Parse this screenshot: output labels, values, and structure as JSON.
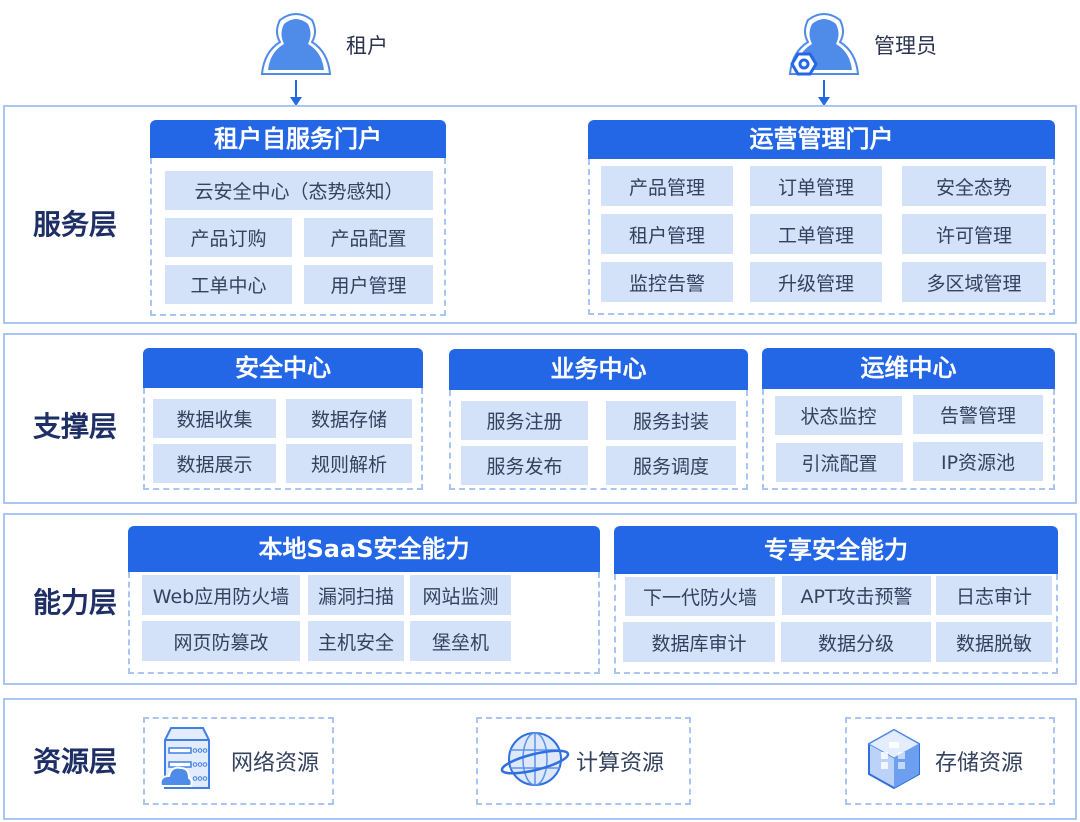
{
  "actors": {
    "tenant": {
      "label": "租户",
      "icon": "user-icon"
    },
    "admin": {
      "label": "管理员",
      "icon": "admin-user-gear-icon"
    }
  },
  "colors": {
    "primary": "#2366e6",
    "cell_bg": "#d3e1f9",
    "border": "#a9c5f2",
    "layer_title": "#1e2f66"
  },
  "layers": {
    "service": {
      "title": "服务层",
      "groups": [
        {
          "title": "租户自服务门户",
          "items": [
            "云安全中心（态势感知）",
            "产品订购",
            "产品配置",
            "工单中心",
            "用户管理"
          ]
        },
        {
          "title": "运营管理门户",
          "items": [
            "产品管理",
            "订单管理",
            "安全态势",
            "租户管理",
            "工单管理",
            "许可管理",
            "监控告警",
            "升级管理",
            "多区域管理"
          ]
        }
      ]
    },
    "support": {
      "title": "支撑层",
      "groups": [
        {
          "title": "安全中心",
          "items": [
            "数据收集",
            "数据存储",
            "数据展示",
            "规则解析"
          ]
        },
        {
          "title": "业务中心",
          "items": [
            "服务注册",
            "服务封装",
            "服务发布",
            "服务调度"
          ]
        },
        {
          "title": "运维中心",
          "items": [
            "状态监控",
            "告警管理",
            "引流配置",
            "IP资源池"
          ]
        }
      ]
    },
    "capability": {
      "title": "能力层",
      "groups": [
        {
          "title": "本地SaaS安全能力",
          "items": [
            "Web应用防火墙",
            "漏洞扫描",
            "网站监测",
            "网页防篡改",
            "主机安全",
            "堡垒机"
          ]
        },
        {
          "title": "专享安全能力",
          "items": [
            "下一代防火墙",
            "APT攻击预警",
            "日志审计",
            "数据库审计",
            "数据分级",
            "数据脱敏"
          ]
        }
      ]
    },
    "resource": {
      "title": "资源层",
      "items": [
        {
          "label": "网络资源",
          "icon": "server-cloud-icon"
        },
        {
          "label": "计算资源",
          "icon": "globe-orbit-icon"
        },
        {
          "label": "存储资源",
          "icon": "storage-cube-icon"
        }
      ]
    }
  }
}
